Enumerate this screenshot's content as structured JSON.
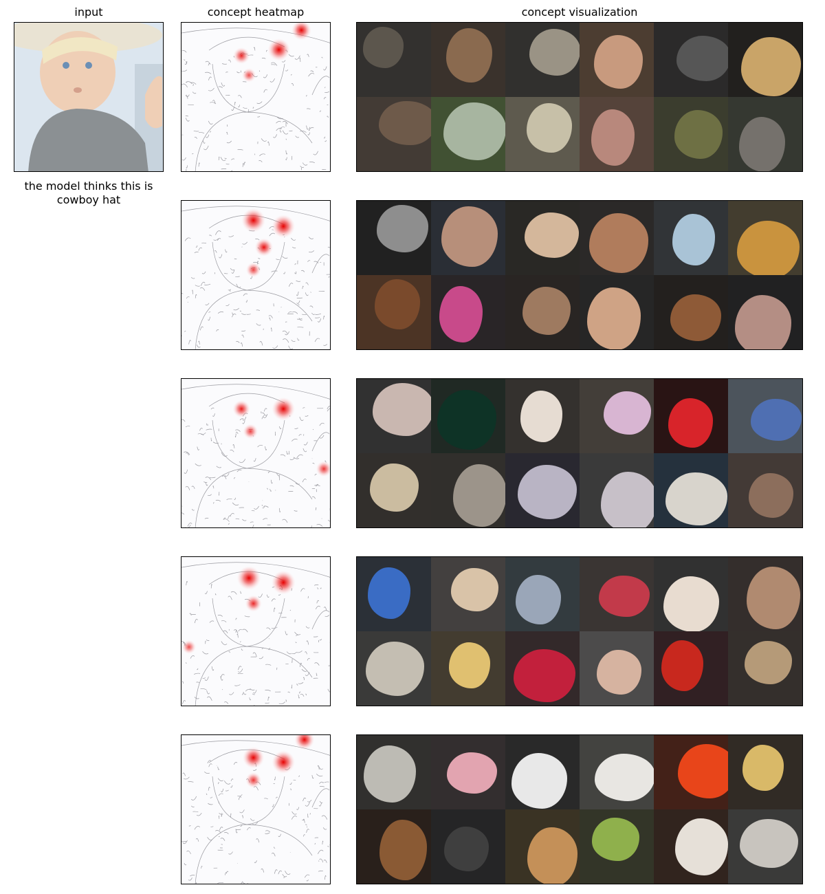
{
  "titles": {
    "input": "input",
    "heatmap": "concept heatmap",
    "visualization": "concept visualization"
  },
  "caption": "the model thinks this is cowboy hat",
  "rows": [
    {
      "heat_spots": [
        [
          0.4,
          0.22,
          0.5
        ],
        [
          0.65,
          0.18,
          0.85
        ],
        [
          0.45,
          0.35,
          0.35
        ],
        [
          0.8,
          0.05,
          0.7
        ]
      ],
      "tiles": [
        "#3d3a35",
        "#4a3b31",
        "#3a3734",
        "#6b4f3a",
        "#2e2d2c",
        "#1e1a16",
        "#5a4c40",
        "#56733c",
        "#8a846e",
        "#7a5a4a",
        "#4c4f33",
        "#41463a"
      ],
      "blobs": [
        "#5c564d",
        "#8a6a4f",
        "#9a9385",
        "#c89a7e",
        "#565656",
        "#c9a468",
        "#6e5a4a",
        "#a7b5a0",
        "#c7c0a8",
        "#b8887c",
        "#6e7044",
        "#75716c"
      ]
    },
    {
      "heat_spots": [
        [
          0.48,
          0.13,
          0.95
        ],
        [
          0.68,
          0.17,
          0.9
        ],
        [
          0.55,
          0.31,
          0.6
        ],
        [
          0.48,
          0.46,
          0.4
        ]
      ],
      "tiles": [
        "#1c1c1c",
        "#2d3440",
        "#2a2824",
        "#2f2b28",
        "#3a3e44",
        "#5a4f35",
        "#6a3e24",
        "#2a2427",
        "#2a2320",
        "#262626",
        "#1f1a17",
        "#1d1d1e"
      ],
      "blobs": [
        "#8e8e8e",
        "#b78f7a",
        "#d4b79b",
        "#b07c5c",
        "#a9c3d6",
        "#c9933e",
        "#7a4a2c",
        "#c84a8a",
        "#9e7a60",
        "#cfa385",
        "#8e5a37",
        "#b48e84"
      ]
    },
    {
      "heat_spots": [
        [
          0.4,
          0.2,
          0.55
        ],
        [
          0.68,
          0.2,
          0.9
        ],
        [
          0.46,
          0.35,
          0.4
        ],
        [
          0.95,
          0.6,
          0.45
        ]
      ],
      "tiles": [
        "#3a3a3a",
        "#1b2a22",
        "#3f3a34",
        "#5a5048",
        "#2a0505",
        "#6a7888",
        "#3b3630",
        "#3a3530",
        "#2a2838",
        "#4a4a4a",
        "#24394f",
        "#5a4a42"
      ],
      "blobs": [
        "#c9b7b0",
        "#0e3326",
        "#e6dcd2",
        "#d8b5d2",
        "#d8242a",
        "#4f6fb2",
        "#cbbca0",
        "#9c948a",
        "#b9b4c4",
        "#c7c0c8",
        "#d8d4cc",
        "#8c6e5c"
      ]
    },
    {
      "heat_spots": [
        [
          0.45,
          0.14,
          0.95
        ],
        [
          0.68,
          0.17,
          0.95
        ],
        [
          0.48,
          0.31,
          0.5
        ],
        [
          0.05,
          0.6,
          0.35
        ]
      ],
      "tiles": [
        "#2f3744",
        "#5a5452",
        "#3d4b52",
        "#4a403c",
        "#3a3a3a",
        "#3f3430",
        "#4a4a48",
        "#5a4d38",
        "#3c2a2c",
        "#6a6868",
        "#3a1a20",
        "#3e3630"
      ],
      "blobs": [
        "#3a6cc4",
        "#d9c3a8",
        "#9aa6b8",
        "#c23a4a",
        "#e8dcd0",
        "#b08a70",
        "#c4beb2",
        "#e0c070",
        "#c2203c",
        "#d6b3a0",
        "#c8281e",
        "#b59a78"
      ]
    },
    {
      "heat_spots": [
        [
          0.48,
          0.15,
          0.8
        ],
        [
          0.68,
          0.18,
          0.9
        ],
        [
          0.48,
          0.3,
          0.45
        ],
        [
          0.82,
          0.03,
          0.7
        ]
      ],
      "tiles": [
        "#3a3834",
        "#3d3436",
        "#2a2a2a",
        "#5a5a54",
        "#5a1c0c",
        "#3a2e24",
        "#2a1a12",
        "#232325",
        "#4a3c22",
        "#3c4028",
        "#3a2216",
        "#4a4a48"
      ],
      "blobs": [
        "#bdbbb4",
        "#e2a4b0",
        "#e8e8e8",
        "#e8e6e2",
        "#e8451a",
        "#d9b968",
        "#8a5a34",
        "#3f3f3f",
        "#c49058",
        "#8fb04c",
        "#e6e0d8",
        "#c8c4be"
      ]
    }
  ]
}
